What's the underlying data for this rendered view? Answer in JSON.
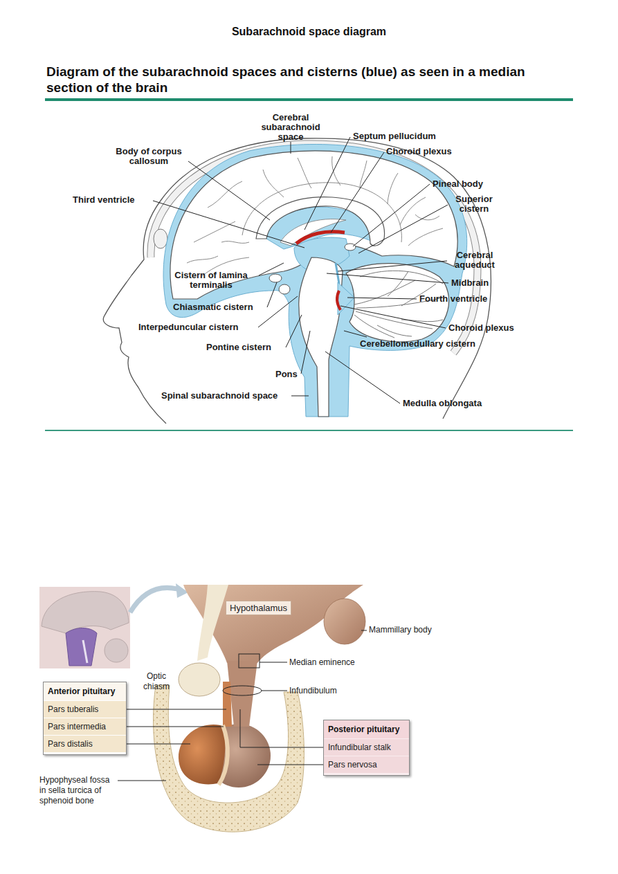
{
  "diagram": {
    "title": "Subarachnoid space diagram",
    "caption": "Diagram of the subarachnoid spaces and cisterns (blue) as seen in a median section of the brain",
    "nodes": [
      {
        "text": [
          "Hypothalamus"
        ]
      },
      {
        "text": [
          "Anterior pituitary"
        ]
      },
      {
        "text": [
          "Pars tuberalis"
        ],
        "in": 1
      },
      {
        "text": [
          "Pars intermedia"
        ],
        "in": 1
      },
      {
        "text": [
          "Pars distalis"
        ],
        "in": 1
      },
      {
        "text": [
          "Posterior pituitary"
        ]
      },
      {
        "text": [
          "Infundibular stalk"
        ],
        "in": 5
      },
      {
        "text": [
          "Pars nervosa"
        ],
        "in": 5
      }
    ],
    "labels": [
      "Cerebral subarachnoid space",
      "Septum pellucidum",
      "Body of corpus callosum",
      "Choroid plexus",
      "Pineal body",
      "Third ventricle",
      "Superior cistern",
      "Cerebral aqueduct",
      "Cistern of lamina terminalis",
      "Midbrain",
      "Fourth ventricle",
      "Chiasmatic cistern",
      "Choroid plexus",
      "Interpeduncular cistern",
      "Cerebellomedullary cistern",
      "Pontine cistern",
      "Pons",
      "Spinal subarachnoid space",
      "Medulla oblongata",
      "Mammillary body",
      "Median eminence",
      "Optic chiasm",
      "Infundibulum",
      "Hypophyseal fossa in sella turcica of sphenoid bone"
    ]
  }
}
